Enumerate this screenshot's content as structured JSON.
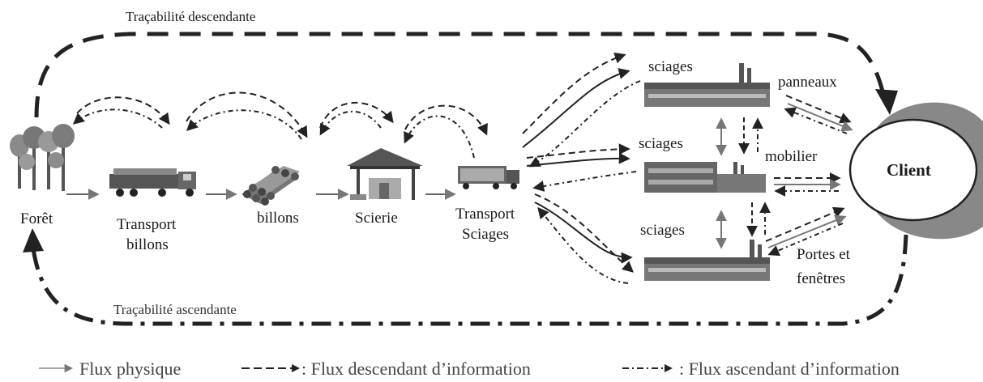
{
  "title_top": "Traçabilité descendante",
  "title_bottom": "Traçabilité ascendante",
  "nodes": {
    "foret": "Forêt",
    "transport_billons_1": "Transport",
    "transport_billons_2": "billons",
    "billons": "billons",
    "scierie": "Scierie",
    "transport_sciages_1": "Transport",
    "transport_sciages_2": "Sciages",
    "sciages_top": "sciages",
    "sciages_mid": "sciages",
    "sciages_bot": "sciages",
    "panneaux": "panneaux",
    "mobilier": "mobilier",
    "portes_1": "Portes et",
    "portes_2": "fenêtres",
    "client": "Client"
  },
  "legend": {
    "physique": "Flux physique",
    "descendant": ": Flux descendant d’information",
    "ascendant": ": Flux ascendant d’information"
  }
}
